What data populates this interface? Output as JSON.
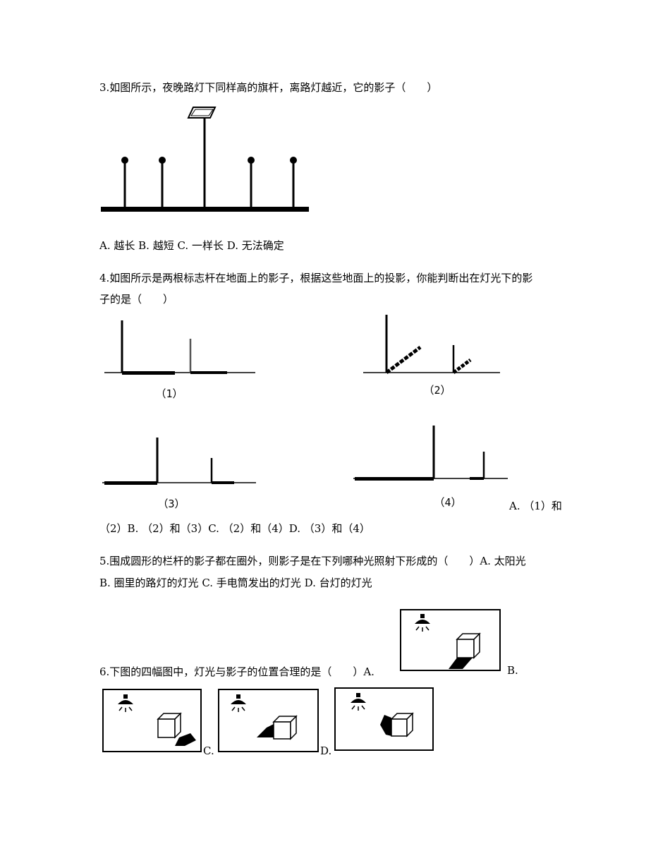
{
  "q3": {
    "stem": "3.如图所示，夜晚路灯下同样高的旗杆，离路灯越近，它的影子（　　）",
    "options": "A. 越长 B. 越短 C. 一样长 D. 无法确定"
  },
  "q4": {
    "stem_line1": "4.如图所示是两根标志杆在地面上的影子，根据这些地面上的投影，你能判断出在灯光下的影",
    "stem_line2": "子的是（　　）",
    "fig_labels": [
      "（1）",
      "（2）",
      "（3）",
      "（4）"
    ],
    "options_part1": "A. （1）和",
    "options_part2": "（2）B. （2）和（3）C. （2）和（4）D. （3）和（4）"
  },
  "q5": {
    "line1": "5.围成圆形的栏杆的影子都在圈外，则影子是在下列哪种光照射下形成的（　　）A. 太阳光",
    "line2": "B. 圈里的路灯的灯光 C. 手电筒发出的灯光 D. 台灯的灯光"
  },
  "q6": {
    "stem": "6.下图的四幅图中，灯光与影子的位置合理的是（　　）A.",
    "label_b": "B.",
    "label_c": "C.",
    "label_d": "D."
  }
}
